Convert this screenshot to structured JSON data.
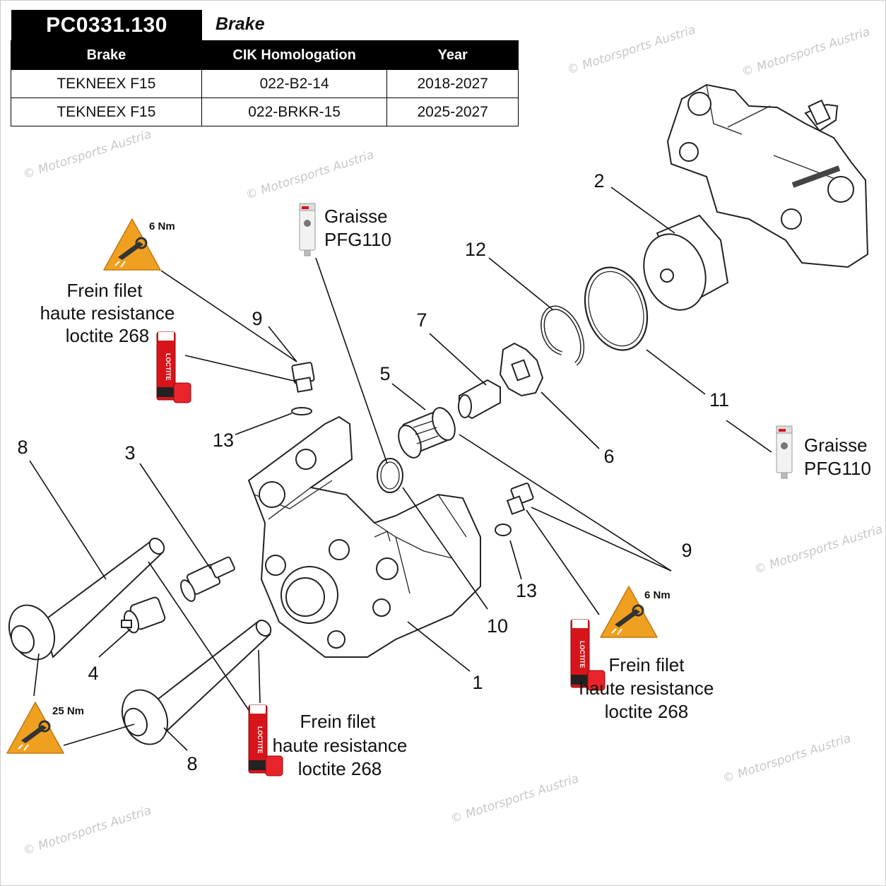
{
  "header": {
    "code": "PC0331.130",
    "title": "Brake"
  },
  "table": {
    "columns": [
      "Brake",
      "CIK Homologation",
      "Year"
    ],
    "rows": [
      [
        "TEKNEEX F15",
        "022-B2-14",
        "2018-2027"
      ],
      [
        "TEKNEEX F15",
        "022-BRKR-15",
        "2025-2027"
      ]
    ]
  },
  "watermark": "© Motorsports Austria",
  "labels": {
    "p1": "1",
    "p2": "2",
    "p3": "3",
    "p4": "4",
    "p5": "5",
    "p6": "6",
    "p7": "7",
    "p8a": "8",
    "p8b": "8",
    "p9a": "9",
    "p9b": "9",
    "p10": "10",
    "p11": "11",
    "p12": "12",
    "p13a": "13",
    "p13b": "13"
  },
  "torque": {
    "t1": "6 Nm",
    "t2": "6 Nm",
    "t3": "25 Nm"
  },
  "grease": {
    "line1": "Graisse",
    "line2": "PFG110"
  },
  "loctite_note": {
    "line1": "Frein filet",
    "line2": "haute resistance",
    "line3": "loctite 268"
  },
  "colors": {
    "warning": "#f0a020",
    "loctite_red": "#d7141a"
  }
}
